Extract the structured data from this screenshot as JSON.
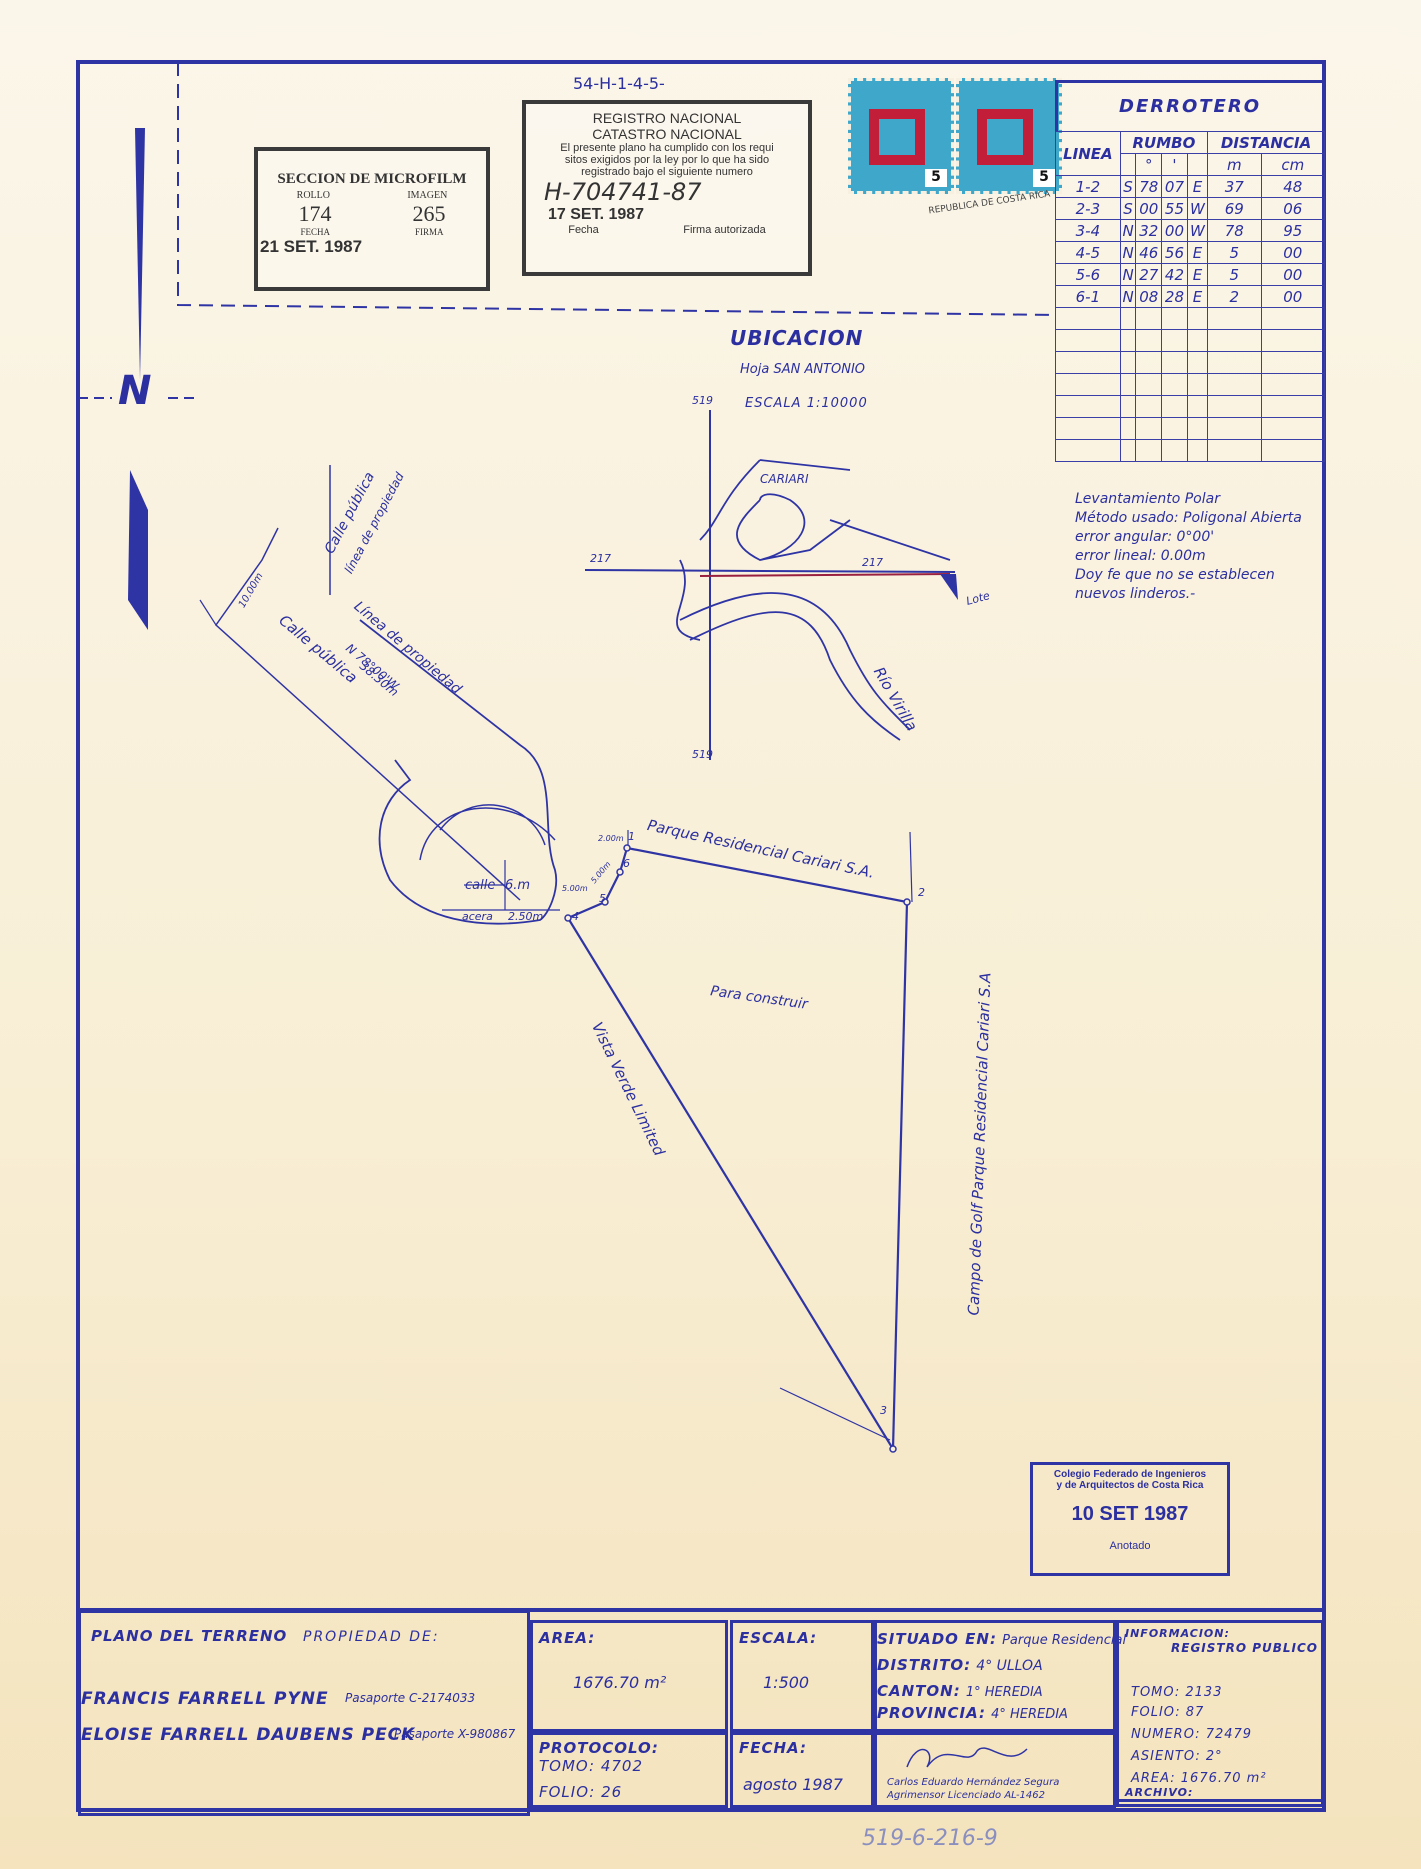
{
  "ref_code": "54-H-1-4-5-",
  "microfilm": {
    "title": "SECCION DE MICROFILM",
    "rollo_label": "ROLLO",
    "imagen_label": "IMAGEN",
    "rollo": "174",
    "imagen": "265",
    "fecha_label": "FECHA",
    "firma_label": "FIRMA",
    "fecha": "21 SET. 1987"
  },
  "registro": {
    "line1": "REGISTRO NACIONAL",
    "line2": "CATASTRO NACIONAL",
    "text1": "El presente plano ha cumplido con los requi",
    "text2": "sitos exigidos por la ley por lo que ha sido",
    "text3": "registrado bajo el siguiente numero",
    "number": "H-704741-87",
    "date": "17 SET. 1987",
    "fecha_label": "Fecha",
    "firma_label": "Firma autorizada"
  },
  "stamp": {
    "denomination": "5",
    "seal_text": "REPUBLICA DE COSTA RICA"
  },
  "north": "N",
  "derrotero": {
    "title": "DERROTERO",
    "h_linea": "LINEA",
    "h_rumbo": "RUMBO",
    "h_distancia": "DISTANCIA",
    "h_deg": "°",
    "h_min": "'",
    "h_m": "m",
    "h_cm": "cm",
    "rows": [
      {
        "linea": "1-2",
        "a": "S",
        "deg": "78",
        "min": "07",
        "b": "E",
        "m": "37",
        "cm": "48"
      },
      {
        "linea": "2-3",
        "a": "S",
        "deg": "00",
        "min": "55",
        "b": "W",
        "m": "69",
        "cm": "06"
      },
      {
        "linea": "3-4",
        "a": "N",
        "deg": "32",
        "min": "00",
        "b": "W",
        "m": "78",
        "cm": "95"
      },
      {
        "linea": "4-5",
        "a": "N",
        "deg": "46",
        "min": "56",
        "b": "E",
        "m": "5",
        "cm": "00"
      },
      {
        "linea": "5-6",
        "a": "N",
        "deg": "27",
        "min": "42",
        "b": "E",
        "m": "5",
        "cm": "00"
      },
      {
        "linea": "6-1",
        "a": "N",
        "deg": "08",
        "min": "28",
        "b": "E",
        "m": "2",
        "cm": "00"
      }
    ]
  },
  "notes": {
    "l1": "Levantamiento Polar",
    "l2": "Método usado: Poligonal Abierta",
    "l3": "error angular: 0°00'",
    "l4": "error lineal: 0.00m",
    "l5": "Doy fe que no se establecen",
    "l6": "nuevos linderos.-"
  },
  "ubicacion": {
    "title": "UBICACION",
    "hoja": "Hoja SAN ANTONIO",
    "escala": "ESCALA 1:10000",
    "cariari": "CARIARI",
    "c519": "519",
    "c217": "217",
    "lote": "Lote",
    "rio": "Río Virilla"
  },
  "plan": {
    "calle_publica": "Calle pública",
    "linea_prop": "línea de propiedad",
    "ancho": "10.00m",
    "linea_prop2": "Línea de propiedad",
    "rumbo": "N 78°00'W",
    "dist": "38.30m",
    "parque": "Parque Residencial Cariari S.A.",
    "calle": "calle",
    "calle_w": "6.m",
    "acera": "acera",
    "acera_w": "2.50m",
    "d5": "5.00m",
    "d6": "5.00m",
    "d1": "2.00m",
    "p1": "1",
    "p2": "2",
    "p3": "3",
    "p4": "4",
    "p5": "5",
    "p6": "6",
    "para_construir": "Para construir",
    "vista": "Vista Verde Limited",
    "campo": "Campo de Golf Parque Residencial Cariari S.A"
  },
  "colegio": {
    "l1": "Colegio Federado de Ingenieros",
    "l2": "y de Arquitectos de Costa Rica",
    "date": "10 SET 1987",
    "anotado": "Anotado"
  },
  "footer": {
    "plano_label": "PLANO DEL TERRENO",
    "propiedad": "PROPIEDAD DE:",
    "owner1": "FRANCIS FARRELL PYNE",
    "pass1": "Pasaporte C-2174033",
    "owner2": "ELOISE FARRELL DAUBENS PECK",
    "pass2": "Pasaporte X-980867",
    "area_label": "AREA:",
    "area": "1676.70 m²",
    "escala_label": "ESCALA:",
    "escala": "1:500",
    "protocolo_label": "PROTOCOLO:",
    "tomo_p": "TOMO: 4702",
    "folio_p": "FOLIO: 26",
    "fecha_label": "FECHA:",
    "fecha": "agosto 1987",
    "situado_label": "SITUADO EN:",
    "situado": "Parque Residencial",
    "distrito_label": "DISTRITO:",
    "distrito": "4° ULLOA",
    "canton_label": "CANTON:",
    "canton": "1° HEREDIA",
    "provincia_label": "PROVINCIA:",
    "provincia": "4° HEREDIA",
    "agrimensor1": "Carlos Eduardo Hernández Segura",
    "agrimensor2": "Agrimensor Licenciado AL-1462",
    "info_label1": "INFORMACION:",
    "info_label2": "REGISTRO PUBLICO",
    "tomo": "TOMO: 2133",
    "folio": "FOLIO: 87",
    "numero": "NUMERO: 72479",
    "asiento": "ASIENTO: 2°",
    "area2": "AREA: 1676.70 m²",
    "archivo": "ARCHIVO:"
  },
  "bottom_code": "519-6-216-9"
}
